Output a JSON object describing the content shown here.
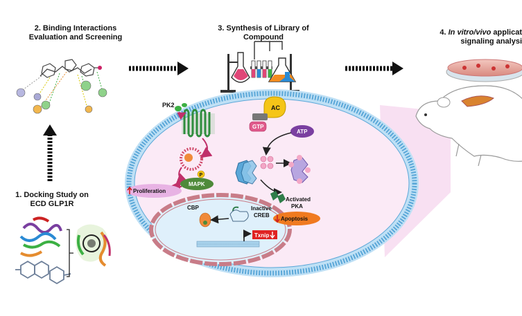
{
  "steps": {
    "docking": {
      "line1": "1.  Docking Study on",
      "line2": "ECD GLP1R"
    },
    "binding": {
      "line1": "2. Binding Interactions",
      "line2": "Evaluation and Screening"
    },
    "synthesis": {
      "line1": "3. Synthesis of Library of",
      "line2": "Compound"
    },
    "invitro": {
      "prefix": "4. ",
      "italic": "In vitro/vivo",
      "rest": " applicat",
      "line2": "signaling analysi"
    }
  },
  "cell_labels": {
    "pk2": "PK2",
    "ac": "AC",
    "gtp": "GTP",
    "atp": "ATP",
    "p": "P",
    "mapk": "MAPK",
    "proliferation": "Proliferation",
    "activated_pka_1": "Activated",
    "activated_pka_2": "PKA",
    "cbp": "CBP",
    "inactive_creb_1": "Inactive",
    "creb_2": "CREB",
    "apoptosis": "Apoptosis",
    "txnip": "Txnip"
  },
  "colors": {
    "membrane": "#5aa7d8",
    "cell_fill": "#fbeaf6",
    "nucleus_fill": "#dff0fb",
    "nucleus_border": "#c87c88",
    "ac": "#f5c518",
    "gtp": "#e05a8c",
    "atp": "#7a3fa0",
    "mapk": "#4e8a3a",
    "proliferation": "#e8b3e4",
    "apoptosis": "#f07a20",
    "txnip": "#e02222",
    "pka": "#2f7d4a",
    "arrow": "#111111"
  }
}
